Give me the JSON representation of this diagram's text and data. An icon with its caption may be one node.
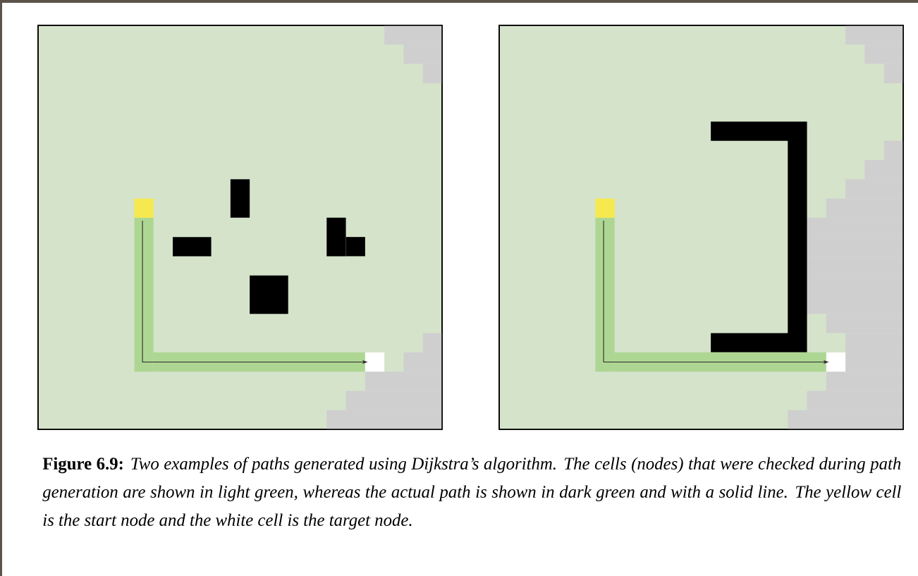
{
  "diagram": {
    "caption": "**Figure 6.9:** *Two examples of paths generated using Dijkstra’s algorithm. The cells (nodes) that were checked during path generation are shown in light green, whereas the actual path is shown in dark green and with a solid line. The yellow cell is the start node and the white cell is the target node.*",
    "nodes": [
      {
        "text": [],
        "shape": "box"
      },
      {
        "text": [],
        "shape": "box",
        "in": 0
      },
      {
        "text": [],
        "shape": "box",
        "in": 0
      },
      {
        "text": [],
        "shape": "box"
      },
      {
        "text": [],
        "shape": "box",
        "in": 3
      },
      {
        "text": [],
        "shape": "box",
        "in": 3
      }
    ],
    "edges": [
      {
        "from": 1,
        "to": 2,
        "arrow": "to"
      },
      {
        "from": 4,
        "to": 5,
        "arrow": "to"
      }
    ]
  }
}
